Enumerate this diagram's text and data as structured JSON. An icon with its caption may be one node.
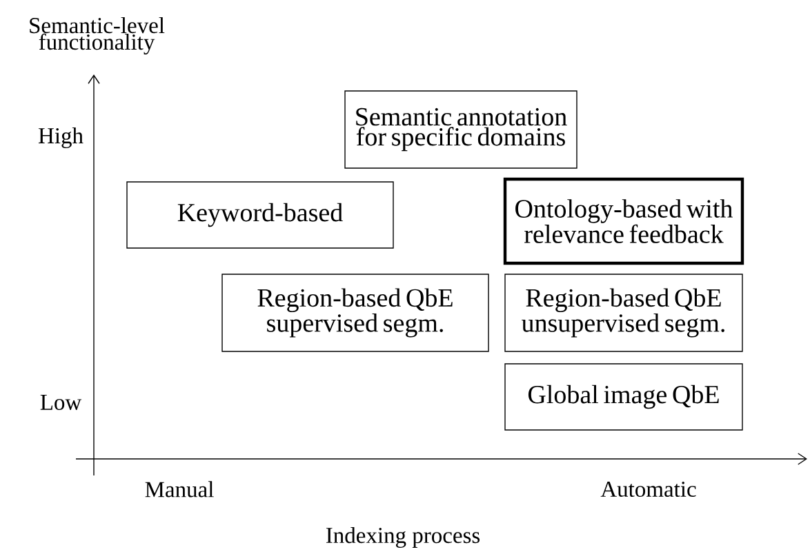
{
  "diagram": {
    "nodes": [
      {
        "text": [
          "Semantic annotation for specific domains"
        ]
      },
      {
        "text": [
          "Keyword-based"
        ]
      },
      {
        "text": [
          "Ontology-based with relevance feedback"
        ]
      },
      {
        "text": [
          "Region-based QbE supervised segm."
        ]
      },
      {
        "text": [
          "Region-based QbE unsupervised segm."
        ]
      },
      {
        "text": [
          "Global image QbE"
        ]
      }
    ],
    "edges": [],
    "labels": [
      "Semantic-level functionality",
      "High",
      "Low",
      "Manual",
      "Automatic",
      "Indexing process"
    ]
  }
}
